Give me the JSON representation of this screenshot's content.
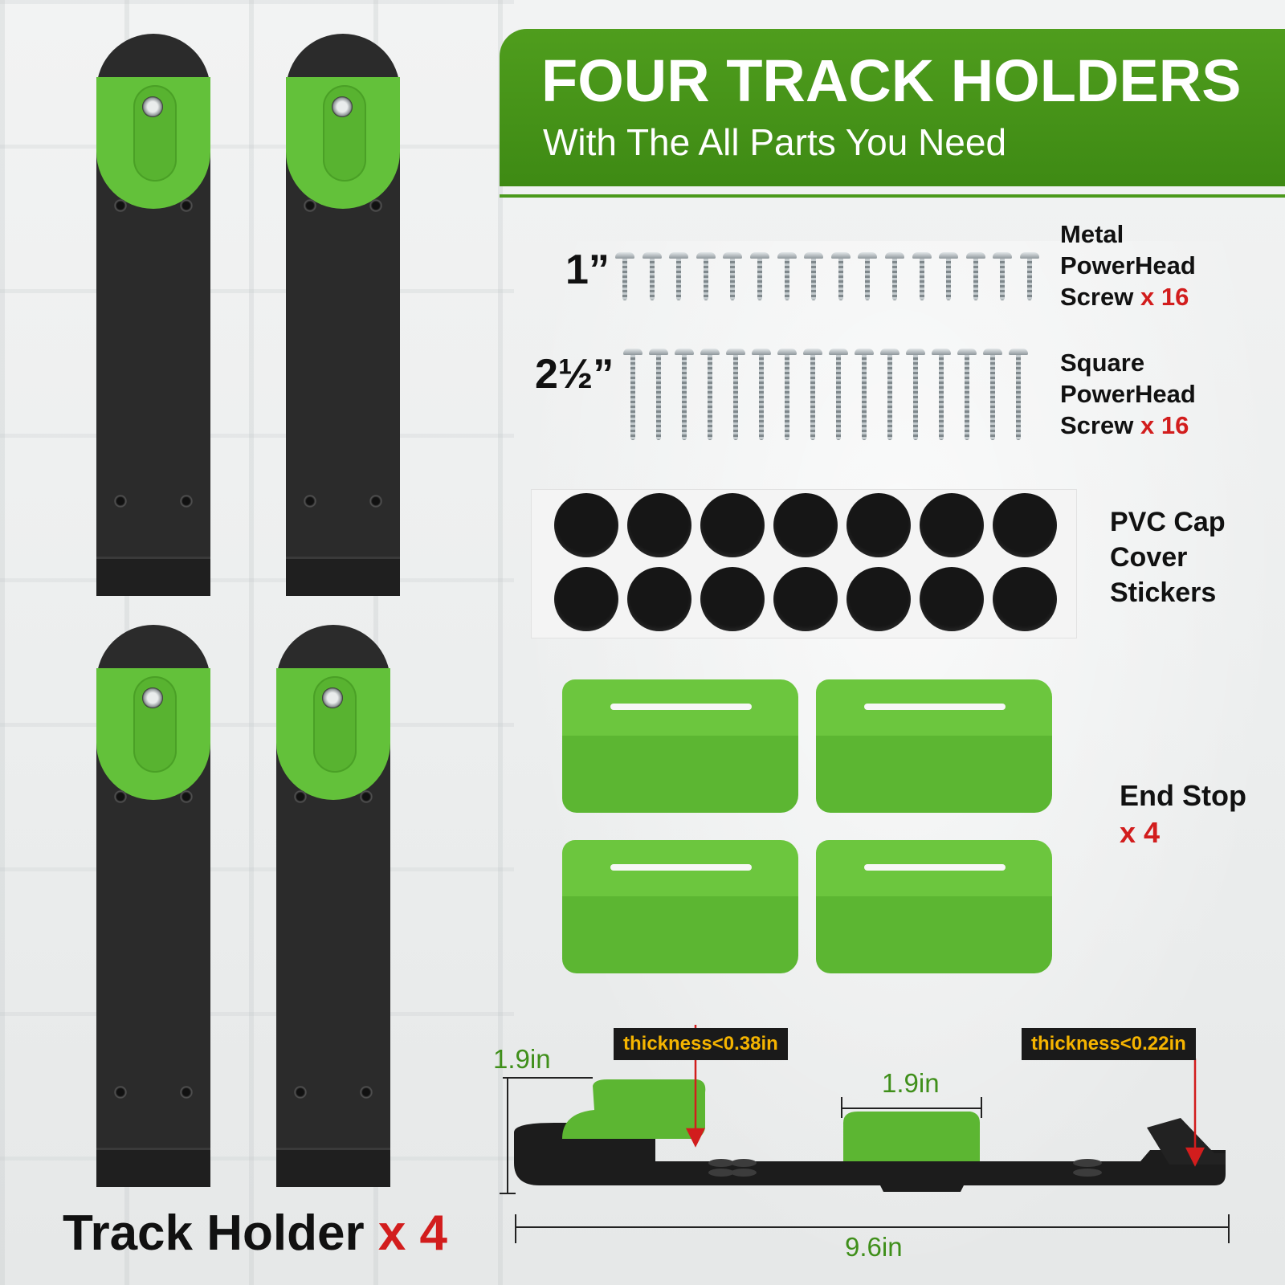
{
  "header": {
    "title": "FOUR TRACK HOLDERS",
    "subtitle": "With The All Parts You Need"
  },
  "track_holder": {
    "label": "Track Holder",
    "qty": "x 4"
  },
  "screws": [
    {
      "size": "1”",
      "name_line1": "Metal",
      "name_line2": "PowerHead",
      "name_line3": "Screw",
      "qty": "x 16"
    },
    {
      "size": "2½”",
      "name_line1": "Square",
      "name_line2": "PowerHead",
      "name_line3": "Screw",
      "qty": "x 16"
    }
  ],
  "stickers": {
    "line1": "PVC Cap",
    "line2": "Cover",
    "line3": "Stickers"
  },
  "end_stop": {
    "label": "End Stop",
    "qty": "x 4"
  },
  "dimensions": {
    "height": "1.9in",
    "endstop_width": "1.9in",
    "length": "9.6in",
    "note_left": "thickness<0.38in",
    "note_right": "thickness<0.22in"
  },
  "colors": {
    "brand_green": "#4f9d1d",
    "part_green": "#63c13a",
    "accent_red": "#d21d1d",
    "note_yellow": "#f5b400"
  }
}
